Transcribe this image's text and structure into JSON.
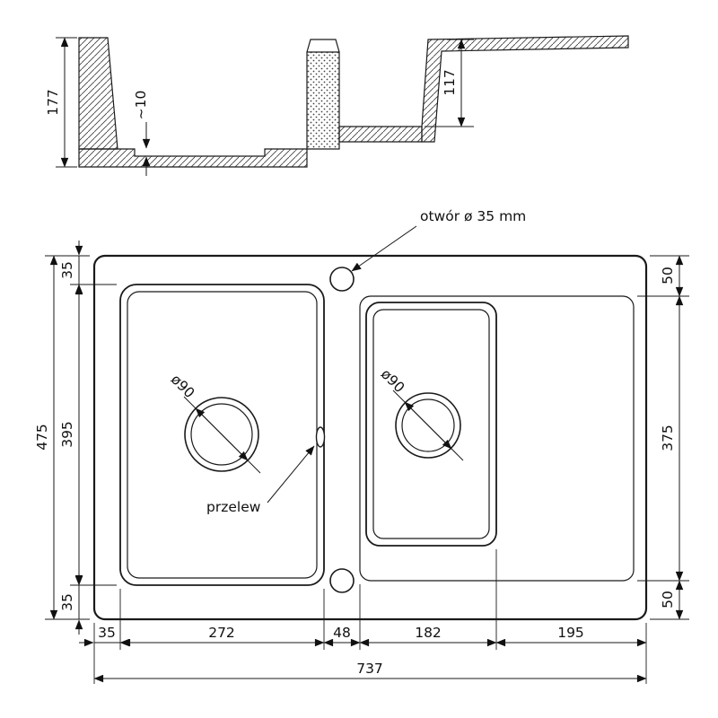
{
  "colors": {
    "ink": "#1a1a1a",
    "background": "#ffffff"
  },
  "section": {
    "overall_depth": "177",
    "bottom_step": "~10",
    "small_bowl_depth": "117"
  },
  "plan": {
    "note_hole": "otwór ø 35 mm",
    "note_overflow": "przelew",
    "drain_left": "ø90",
    "drain_right": "ø90",
    "dim_left_overall": "475",
    "dim_left_top": "35",
    "dim_left_mid": "395",
    "dim_left_bottom": "35",
    "dim_right_top": "50",
    "dim_right_mid": "375",
    "dim_right_bottom": "50",
    "dim_bottom_1": "35",
    "dim_bottom_2": "272",
    "dim_bottom_3": "48",
    "dim_bottom_4": "182",
    "dim_bottom_5": "195",
    "dim_bottom_overall": "737"
  }
}
